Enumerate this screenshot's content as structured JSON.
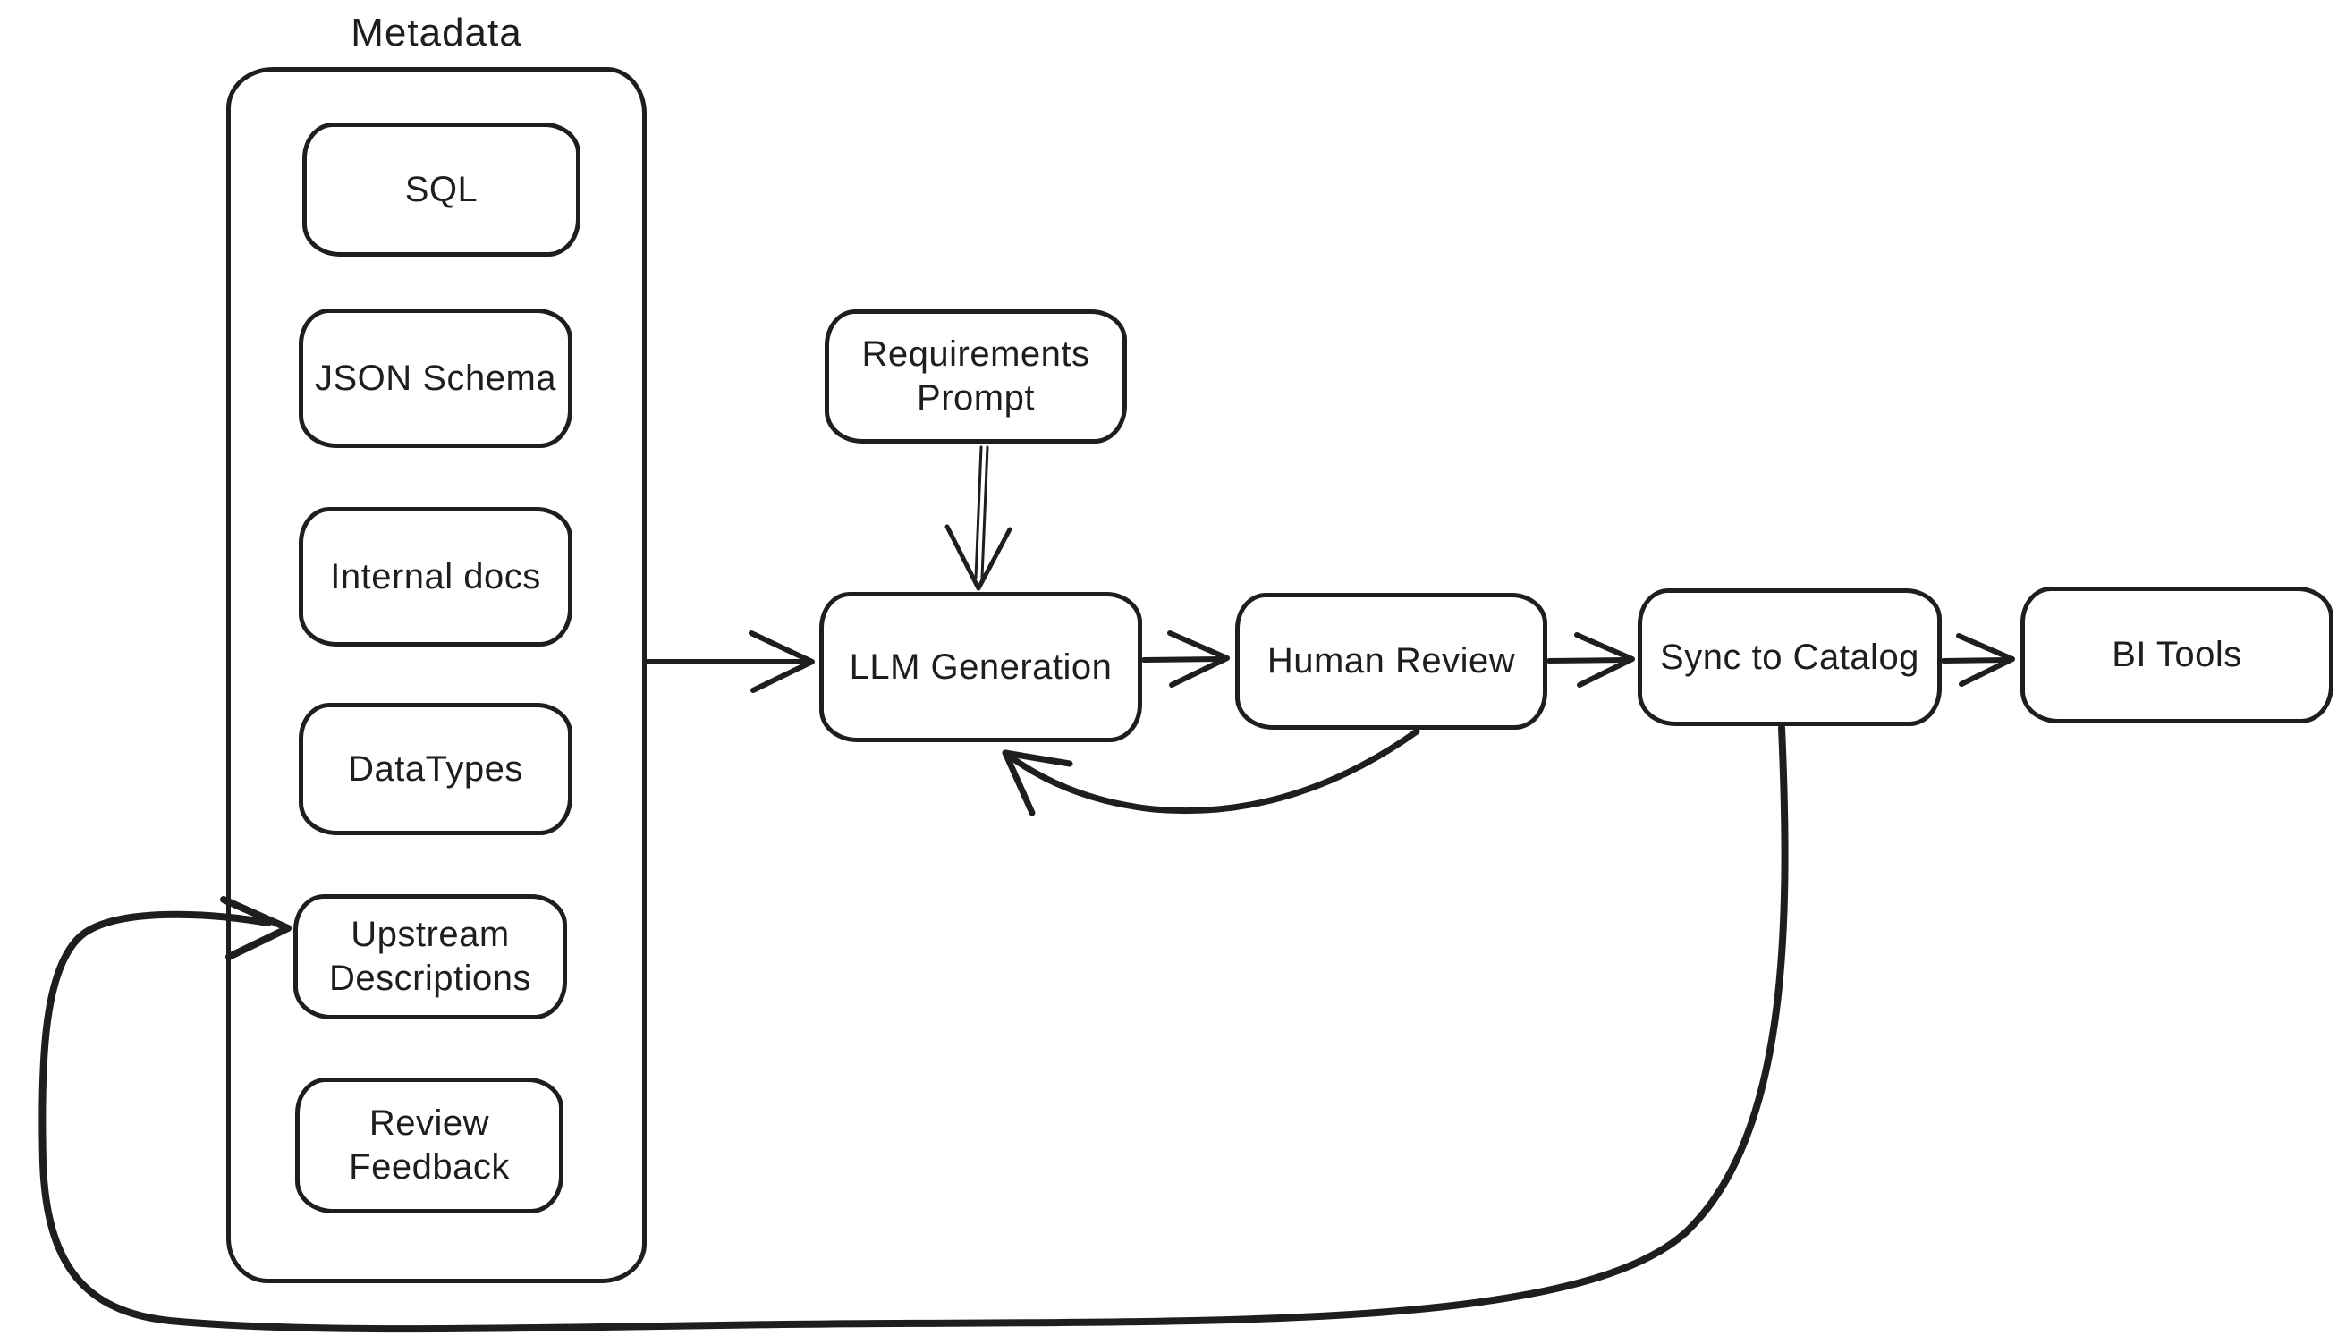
{
  "diagram": {
    "group": {
      "label": "Metadata"
    },
    "nodes": {
      "sql": {
        "label": "SQL"
      },
      "json_schema": {
        "label": "JSON Schema"
      },
      "internal_docs": {
        "label": "Internal docs"
      },
      "datatypes": {
        "label": "DataTypes"
      },
      "upstream_descriptions": {
        "label": "Upstream\nDescriptions"
      },
      "review_feedback": {
        "label": "Review\nFeedback"
      },
      "requirements_prompt": {
        "label": "Requirements\nPrompt"
      },
      "llm_generation": {
        "label": "LLM Generation"
      },
      "human_review": {
        "label": "Human Review"
      },
      "sync_to_catalog": {
        "label": "Sync to Catalog"
      },
      "bi_tools": {
        "label": "BI Tools"
      }
    },
    "edges": [
      {
        "from": "Metadata",
        "to": "LLM Generation",
        "kind": "flow"
      },
      {
        "from": "Requirements Prompt",
        "to": "LLM Generation",
        "kind": "flow"
      },
      {
        "from": "LLM Generation",
        "to": "Human Review",
        "kind": "flow"
      },
      {
        "from": "Human Review",
        "to": "Sync to Catalog",
        "kind": "flow"
      },
      {
        "from": "Sync to Catalog",
        "to": "BI Tools",
        "kind": "flow"
      },
      {
        "from": "Human Review",
        "to": "LLM Generation",
        "kind": "feedback"
      },
      {
        "from": "Sync to Catalog",
        "to": "Upstream Descriptions",
        "kind": "feedback"
      }
    ],
    "colors": {
      "ink": "#1e1e1e",
      "background": "#ffffff"
    }
  }
}
